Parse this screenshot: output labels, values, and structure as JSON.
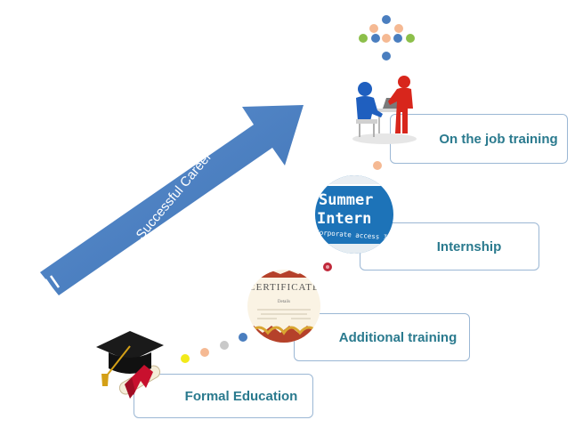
{
  "arrow": {
    "label": "Successful Career",
    "color": "#4a7ebf"
  },
  "steps": [
    {
      "label": "Formal Education",
      "icon": "graduation-cap-icon"
    },
    {
      "label": "Additional training",
      "icon": "certificate-icon"
    },
    {
      "label": "Internship",
      "icon": "summer-intern-badge-icon"
    },
    {
      "label": "On the job training",
      "icon": "workplace-figures-icon"
    }
  ],
  "certificate": {
    "title": "CERTIFICATE",
    "subtitle": "Details"
  },
  "intern_badge": {
    "line1": "Summer",
    "line2": "Intern",
    "line3": "Corporate access I"
  },
  "colors": {
    "label_text": "#2a7a8e",
    "box_border": "#9bb7d4",
    "dot_yellow": "#f2ea1a",
    "dot_peach": "#f5b993",
    "dot_gray": "#c9c9c9",
    "dot_blue": "#4a7ebf",
    "dot_red": "#c0283a",
    "dot_green": "#8cbf4a"
  }
}
